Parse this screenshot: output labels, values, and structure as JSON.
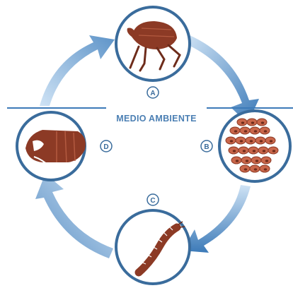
{
  "environment_label": "MEDIO AMBIENTE",
  "stages": [
    {
      "letter": "A",
      "icon": "adult-flea-icon"
    },
    {
      "letter": "B",
      "icon": "eggs-icon"
    },
    {
      "letter": "C",
      "icon": "larva-icon"
    },
    {
      "letter": "D",
      "icon": "pupa-cocoon-icon"
    }
  ],
  "colors": {
    "arrow_light": "#b9d6ef",
    "arrow_dark": "#3c7ab8",
    "circle_border": "#3a6c9c",
    "flea_body": "#8c3a25",
    "egg_fill": "#c9664a",
    "label_text": "#4b7fb3"
  }
}
